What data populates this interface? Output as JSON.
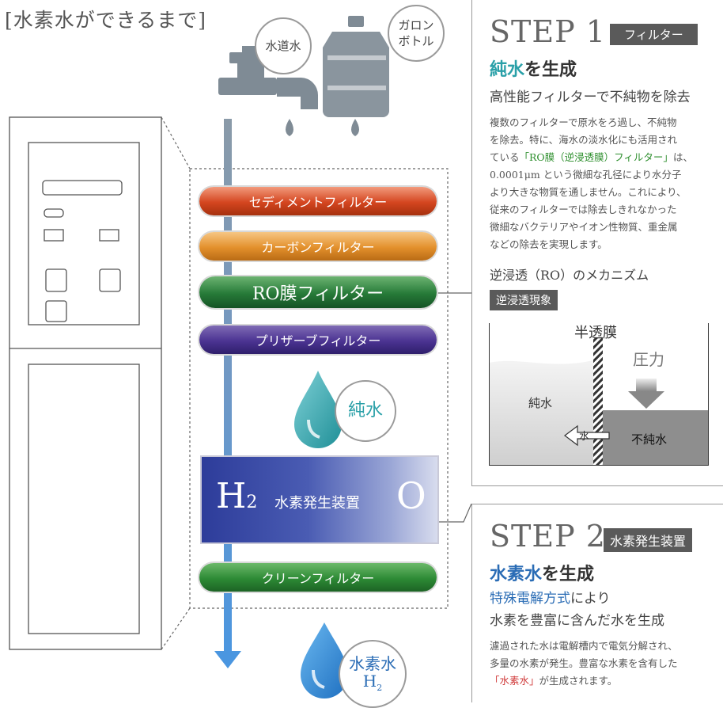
{
  "title": "[水素水ができるまで]",
  "sources": {
    "tap": "水道水",
    "gallon": "ガロン\nボトル"
  },
  "filters": {
    "sediment": "セディメントフィルター",
    "carbon": "カーボンフィルター",
    "ro": "RO膜フィルター",
    "polisher": "プリザーブフィルター",
    "clean": "クリーンフィルター"
  },
  "pure_water": "純水",
  "generator": {
    "h2": "H",
    "h2_sub": "2",
    "label": "水素発生装置",
    "o": "O"
  },
  "output": {
    "line1": "水素水",
    "line2": "H",
    "line2_sub": "2"
  },
  "step1": {
    "heading": "STEP 1",
    "tag": "フィルター",
    "sub_colored": "純水",
    "sub_rest": "を生成",
    "lead": "高性能フィルターで不純物を除去",
    "body": [
      "複数のフィルターで原水をろ過し、不純物",
      "を除去。特に、海水の淡水化にも活用され",
      "0.0001μm という微細な孔径により水分子",
      "より大きな物質を通しません。これにより、",
      "従来のフィルターでは除去しきれなかった",
      "微細なバクテリアやイオン性物質、重金属",
      "などの除去を実現します。"
    ],
    "body_line3_pre": "ている",
    "body_line3_hl": "「RO膜（逆浸透膜）フィルター」",
    "body_line3_post": "は、",
    "mechanism_title": "逆浸透（RO）のメカニズム",
    "mechanism_tag": "逆浸透現象",
    "membrane": "半透膜",
    "pressure": "圧力",
    "pure": "純水",
    "impure": "不純水",
    "water": "水"
  },
  "step2": {
    "heading": "STEP 2",
    "tag": "水素発生装置",
    "sub_colored": "水素水",
    "sub_rest": "を生成",
    "lead1_colored": "特殊電解方式",
    "lead1_rest": "により",
    "lead2": "水素を豊富に含んだ水を生成",
    "body": [
      "濾過された水は電解槽内で電気分解され、",
      "多量の水素が発生。豊富な水素を含有した"
    ],
    "body_hl": "「水素水」",
    "body_end": "が生成されます。"
  }
}
